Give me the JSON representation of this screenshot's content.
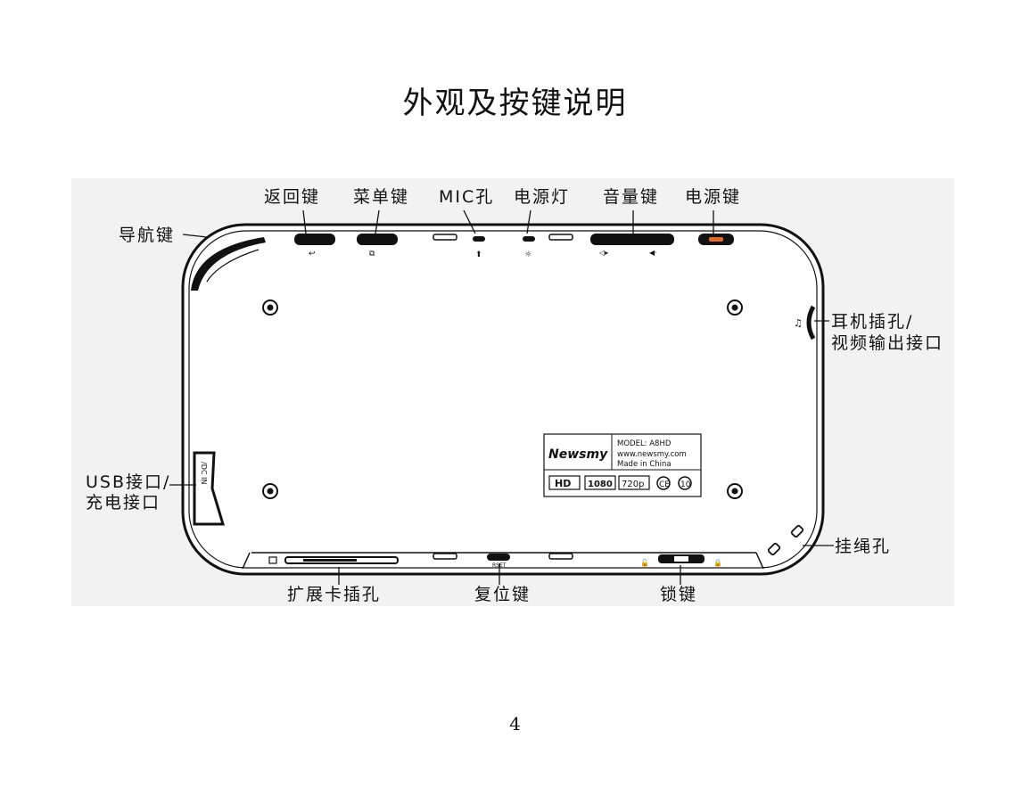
{
  "page": {
    "title": "外观及按键说明",
    "page_number": "4"
  },
  "labels": {
    "back_key": "返回键",
    "menu_key": "菜单键",
    "mic_hole": "MIC孔",
    "power_light": "电源灯",
    "volume_key": "音量键",
    "power_key": "电源键",
    "nav_key": "导航键",
    "earphone_line1": "耳机插孔/",
    "earphone_line2": "视频输出接口",
    "usb_line1": "USB接口/",
    "usb_line2": "充电接口",
    "lanyard_hole": "挂绳孔",
    "card_slot": "扩展卡插孔",
    "reset_key": "复位键",
    "lock_key": "锁键"
  },
  "device_label": {
    "brand": "Newsmy",
    "model": "MODEL: A8HD",
    "website": "www.newsmy.com",
    "origin": "Made in China",
    "badges": [
      "HD",
      "1080",
      "720p"
    ]
  },
  "side_text": {
    "usb_port": "/DC IN",
    "reset": "RSET"
  }
}
